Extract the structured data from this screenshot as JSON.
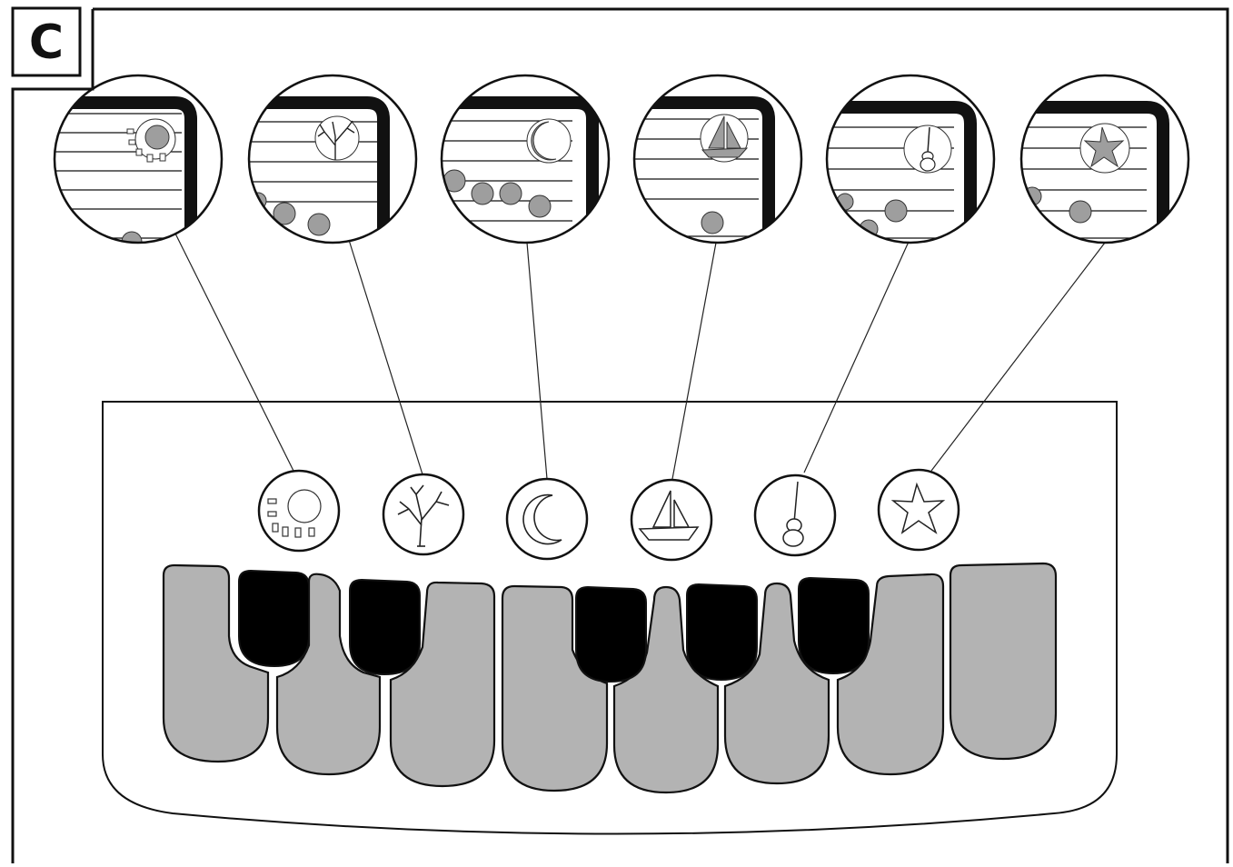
{
  "panel": {
    "label": "C"
  },
  "symbols": [
    {
      "name": "sun"
    },
    {
      "name": "tree"
    },
    {
      "name": "moon"
    },
    {
      "name": "sailboat"
    },
    {
      "name": "violin"
    },
    {
      "name": "star"
    }
  ],
  "colors": {
    "outline": "#111111",
    "white_key": "#b3b3b3",
    "black_key": "#000000",
    "note_fill": "#9e9e9e",
    "background": "#ffffff"
  }
}
